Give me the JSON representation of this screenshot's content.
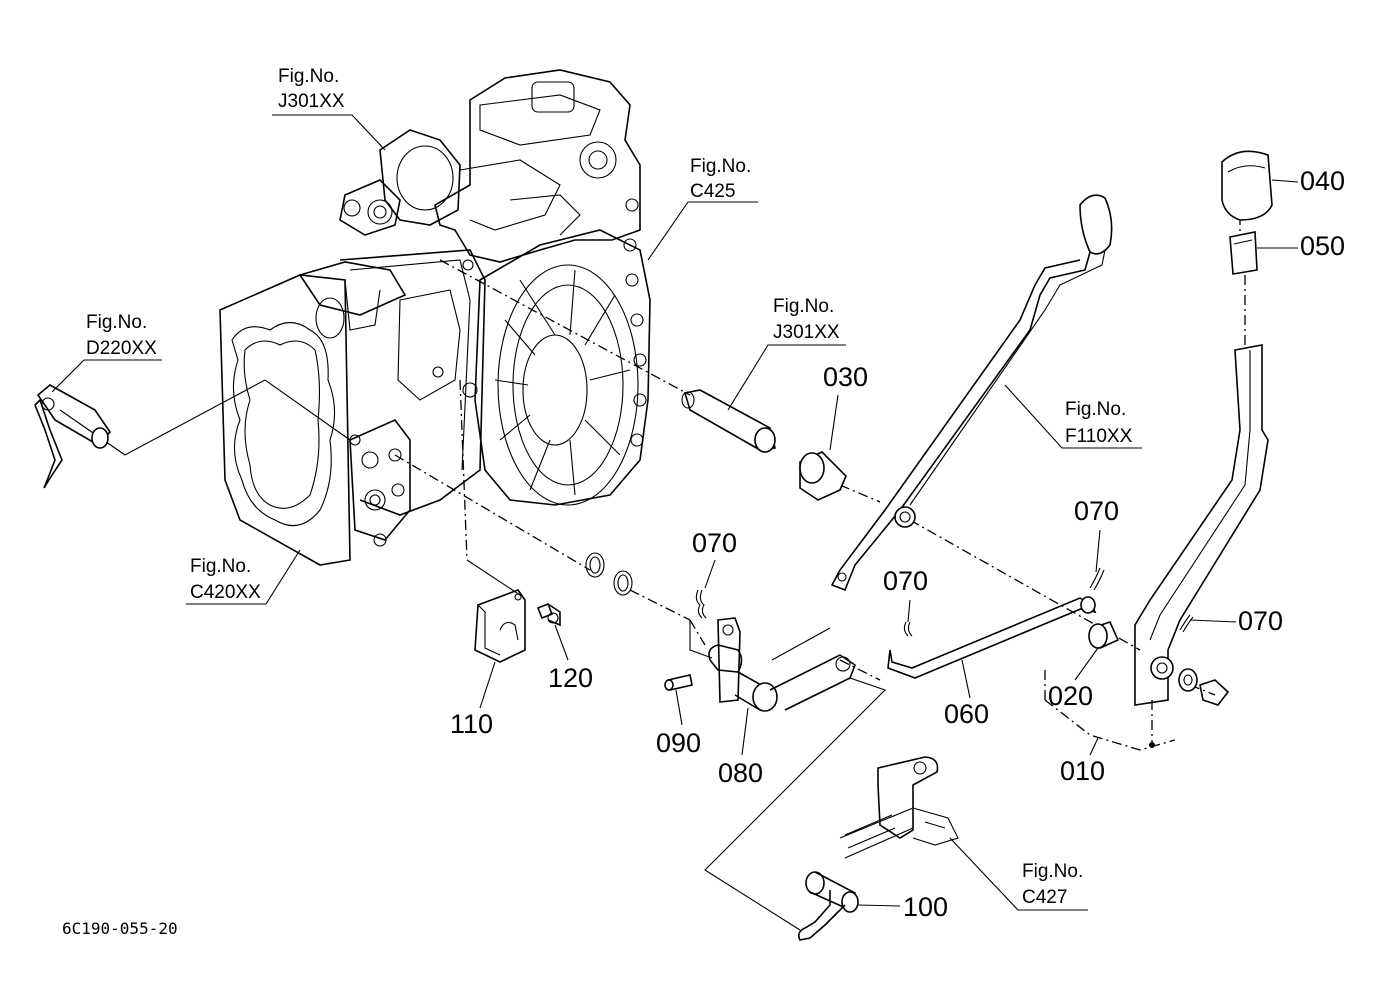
{
  "figure_refs": {
    "j301_top": [
      "Fig.No.",
      "J301XX"
    ],
    "c425": [
      "Fig.No.",
      "C425"
    ],
    "d220": [
      "Fig.No.",
      "D220XX"
    ],
    "j301_mid": [
      "Fig.No.",
      "J301XX"
    ],
    "f110": [
      "Fig.No.",
      "F110XX"
    ],
    "c420": [
      "Fig.No.",
      "C420XX"
    ],
    "c427": [
      "Fig.No.",
      "C427"
    ]
  },
  "parts": {
    "p010": "010",
    "p020": "020",
    "p030": "030",
    "p040": "040",
    "p050": "050",
    "p060": "060",
    "p070_a": "070",
    "p070_b": "070",
    "p070_c": "070",
    "p070_d": "070",
    "p080": "080",
    "p090": "090",
    "p100": "100",
    "p110": "110",
    "p120": "120"
  },
  "drawing_code": "6C190-055-20"
}
